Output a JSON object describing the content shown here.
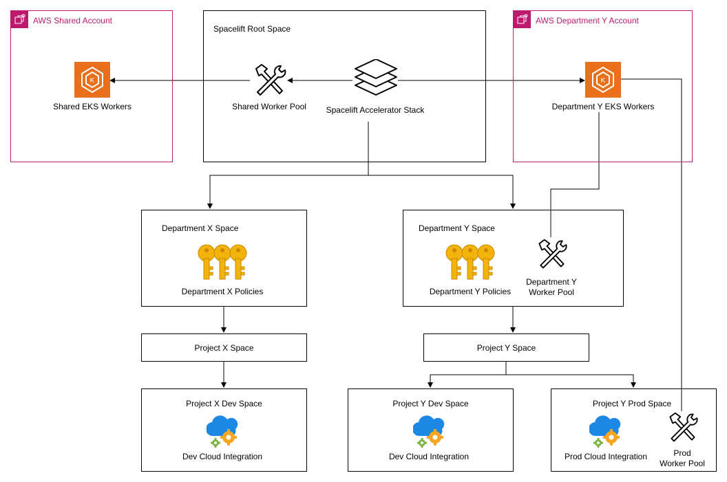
{
  "accounts": {
    "shared": {
      "label": "AWS Shared Account"
    },
    "department_y": {
      "label": "AWS Department Y Account"
    }
  },
  "root_space": {
    "title": "Spacelift Root Space",
    "shared_worker_pool": "Shared Worker Pool",
    "accelerator_stack": "Spacelift Accelerator Stack"
  },
  "eks": {
    "shared": "Shared EKS Workers",
    "department_y": "Department Y EKS Workers"
  },
  "department_x": {
    "title": "Department X Space",
    "policies": "Department X Policies"
  },
  "department_y": {
    "title": "Department Y Space",
    "policies": "Department Y Policies",
    "worker_pool_line1": "Department Y",
    "worker_pool_line2": "Worker Pool"
  },
  "project_x": {
    "title": "Project X Space",
    "dev_space": "Project X Dev Space",
    "dev_integration": "Dev Cloud Integration"
  },
  "project_y": {
    "title": "Project Y Space",
    "dev_space": "Project Y Dev Space",
    "dev_integration": "Dev Cloud Integration",
    "prod_space": "Project Y Prod Space",
    "prod_integration": "Prod Cloud Integration",
    "prod_pool_line1": "Prod",
    "prod_pool_line2": "Worker Pool"
  },
  "colors": {
    "account_border": "#bc1a6e",
    "eks_orange": "#e8701a",
    "key_gold": "#f2b40c",
    "cloud_blue": "#1e88e5",
    "gear_orange": "#f5a623",
    "gear_green": "#7cb342"
  },
  "icons": {
    "eks": "eks-icon",
    "worker_pool": "hammer-wrench-icon",
    "stack": "stack-layers-icon",
    "policies": "keys-icon",
    "cloud_integration": "cloud-gear-icon",
    "account": "aws-account-icon"
  }
}
